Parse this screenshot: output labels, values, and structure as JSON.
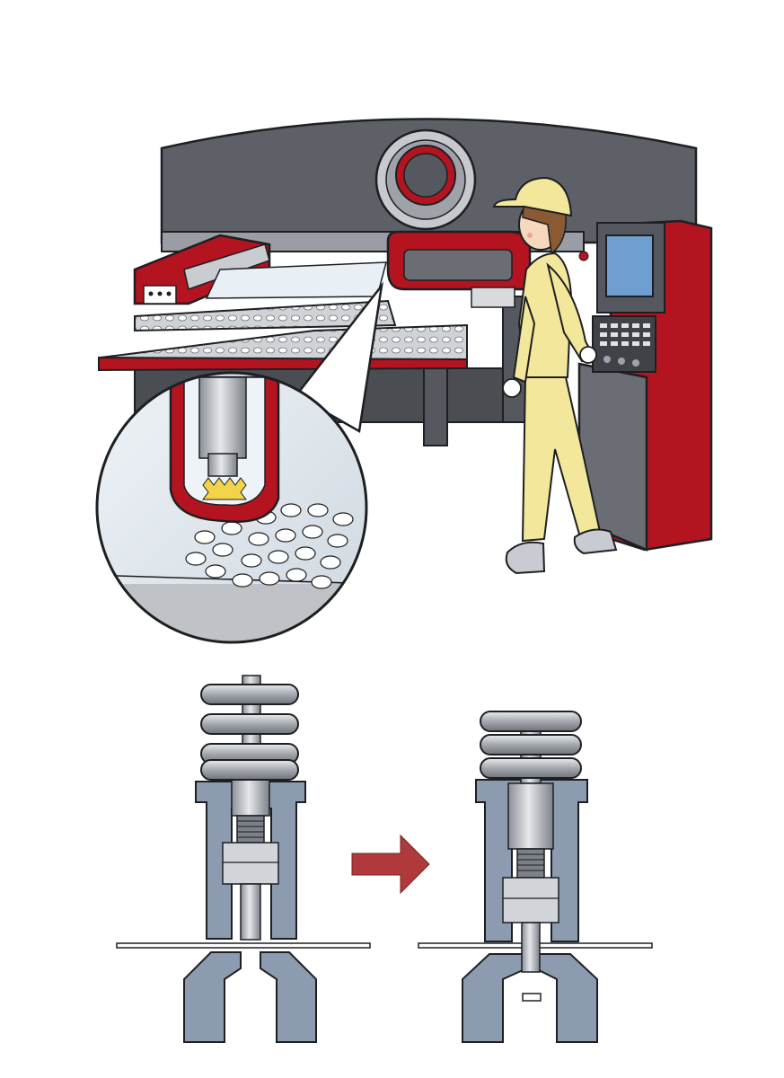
{
  "scene": {
    "description_labels": [],
    "colors": {
      "machine_gray": "#5d6066",
      "machine_dark": "#3f4247",
      "accent_red": "#b3141f",
      "table_light": "#d8dadd",
      "operator_suit": "#f2e79a",
      "screen_blue": "#6f9fd0",
      "tool_blue_gray": "#8d9bb0",
      "arrow_red": "#b0393b"
    },
    "icons": [
      "turret-punch-press",
      "operator",
      "control-panel",
      "magnified-punch",
      "punch-tool-before",
      "process-arrow",
      "punch-tool-after"
    ]
  }
}
